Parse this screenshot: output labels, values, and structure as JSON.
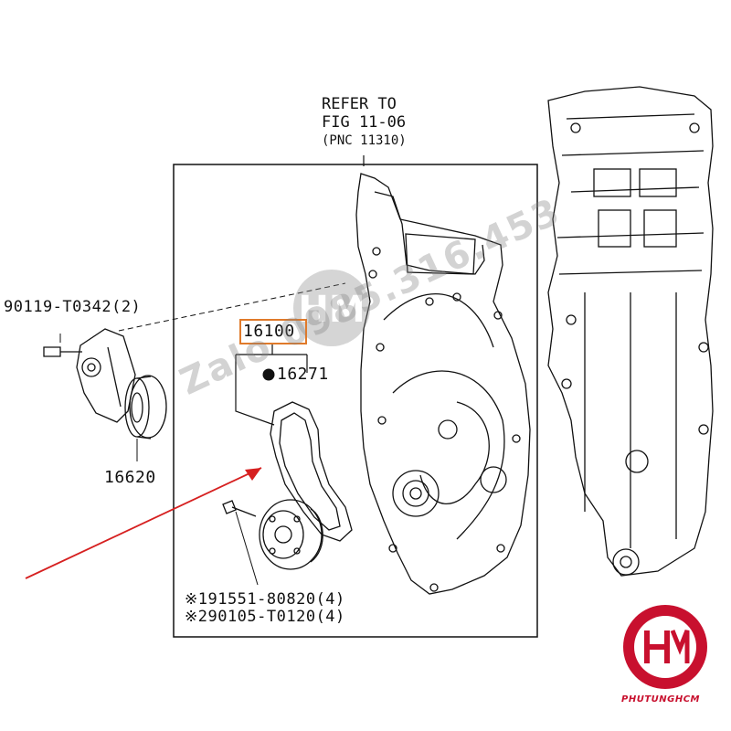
{
  "refer": {
    "line1": "REFER TO",
    "line2": "FIG 11-06",
    "line3": "(PNC 11310)"
  },
  "parts": {
    "bolt_tensioner": "90119-T0342(2)",
    "tensioner": "16620",
    "water_pump": "16100",
    "gasket": "16271",
    "bolt_1": "※191551-80820(4)",
    "bolt_2": "※290105-T0120(4)"
  },
  "watermark": {
    "text": "Zalo 0985.316.453"
  },
  "logo": {
    "brand_text": "PHUTUNGHCM",
    "color": "#c8102e"
  },
  "colors": {
    "line": "#111111",
    "highlight": "#e07a2a",
    "arrow": "#d62020"
  }
}
